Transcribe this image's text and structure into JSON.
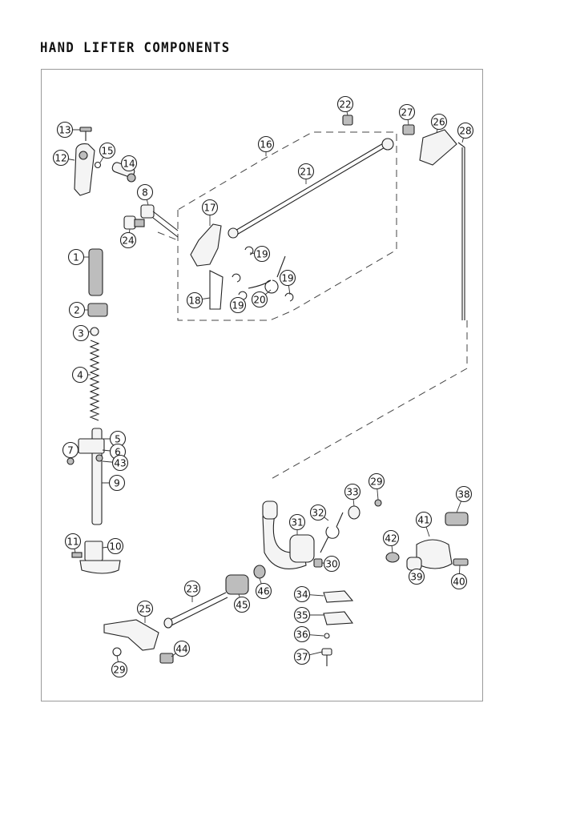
{
  "title": "HAND LIFTER COMPONENTS",
  "callouts": [
    "1",
    "2",
    "3",
    "4",
    "5",
    "6",
    "7",
    "8",
    "9",
    "10",
    "11",
    "12",
    "13",
    "14",
    "15",
    "16",
    "17",
    "18",
    "19",
    "19",
    "19",
    "20",
    "21",
    "22",
    "23",
    "24",
    "25",
    "26",
    "27",
    "28",
    "29",
    "29",
    "30",
    "31",
    "32",
    "33",
    "34",
    "35",
    "36",
    "37",
    "38",
    "39",
    "40",
    "41",
    "42",
    "43",
    "44",
    "45",
    "46"
  ]
}
